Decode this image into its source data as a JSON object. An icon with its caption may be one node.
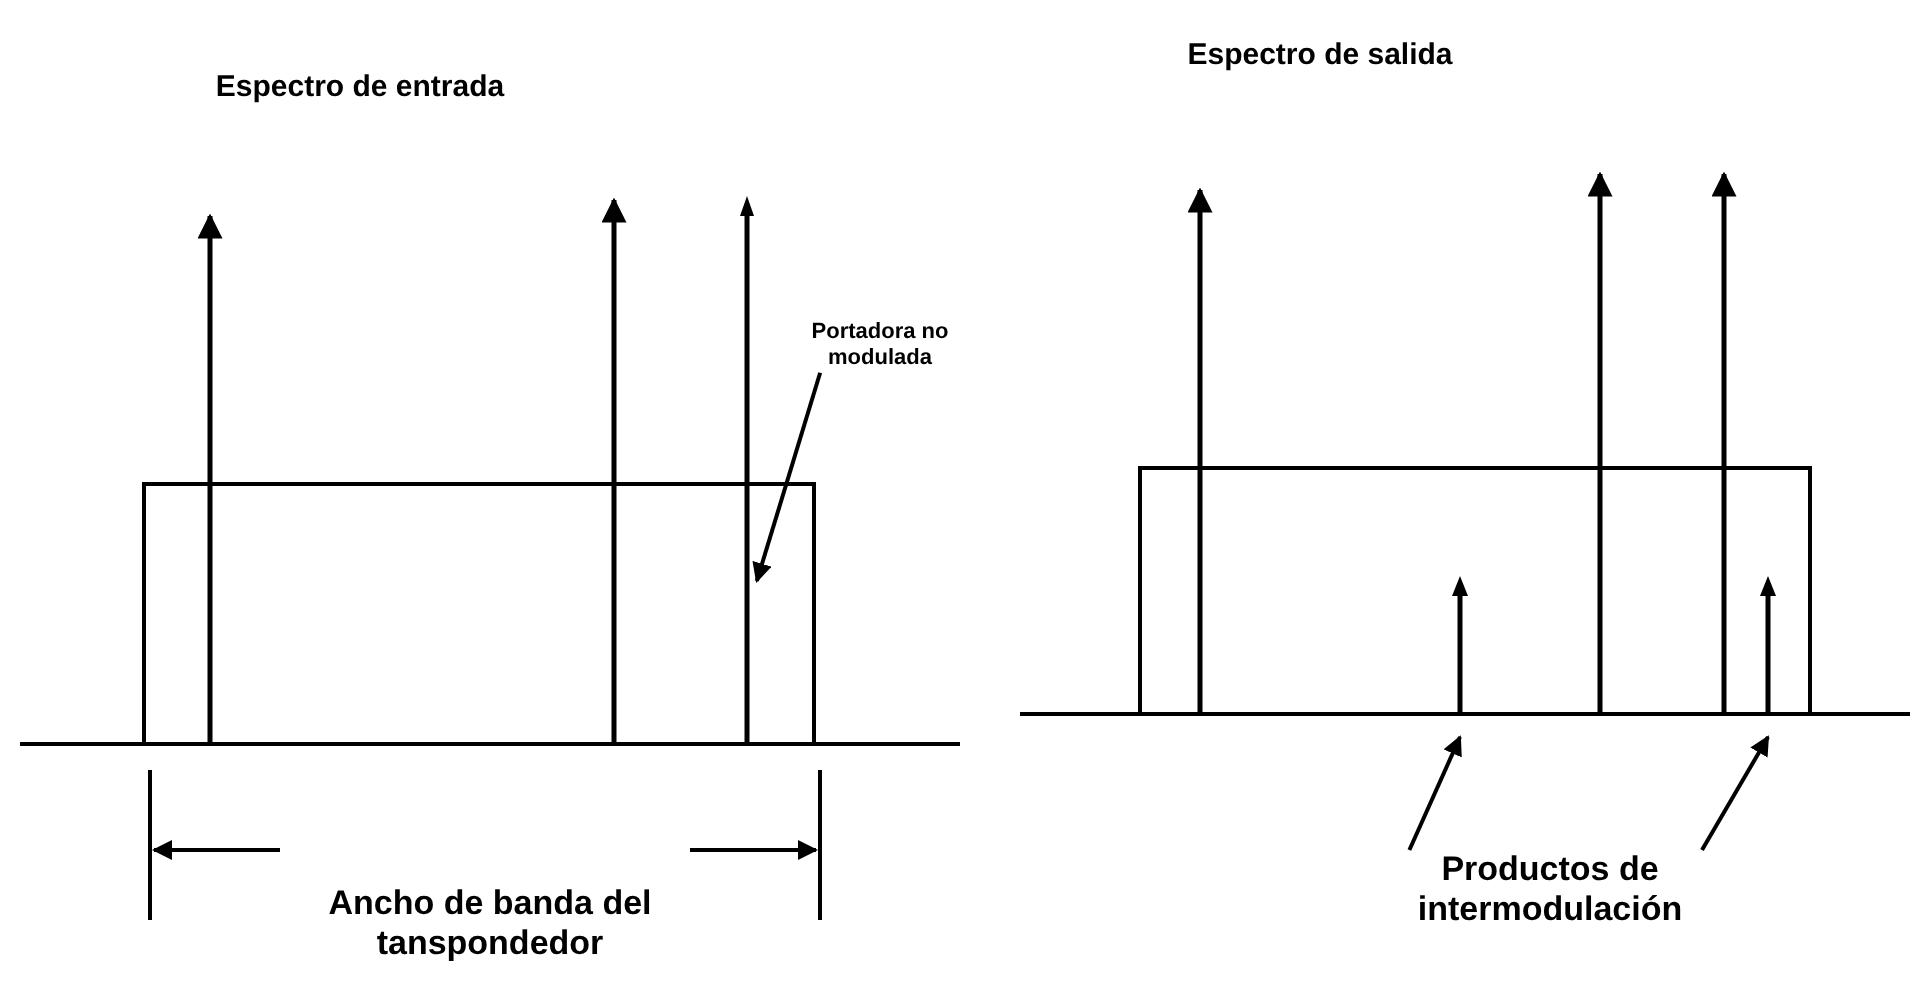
{
  "diagram": {
    "nodes": [
      {
        "text": [
          "Portadora no modulada"
        ]
      },
      {
        "text": [],
        "shape": "bar"
      },
      {
        "text": [
          "Productos de intermodulación"
        ]
      },
      {
        "text": [],
        "shape": "bar"
      },
      {
        "text": [],
        "shape": "bar"
      }
    ],
    "edges": [
      {
        "from": 0,
        "to": 1,
        "arrow": "to"
      },
      {
        "from": 2,
        "to": 3,
        "arrow": "to"
      },
      {
        "from": 2,
        "to": 4,
        "arrow": "to"
      }
    ],
    "labels": [
      "Espectro de entrada",
      "Espectro de salida",
      "Ancho de banda del tanspondedor"
    ]
  }
}
